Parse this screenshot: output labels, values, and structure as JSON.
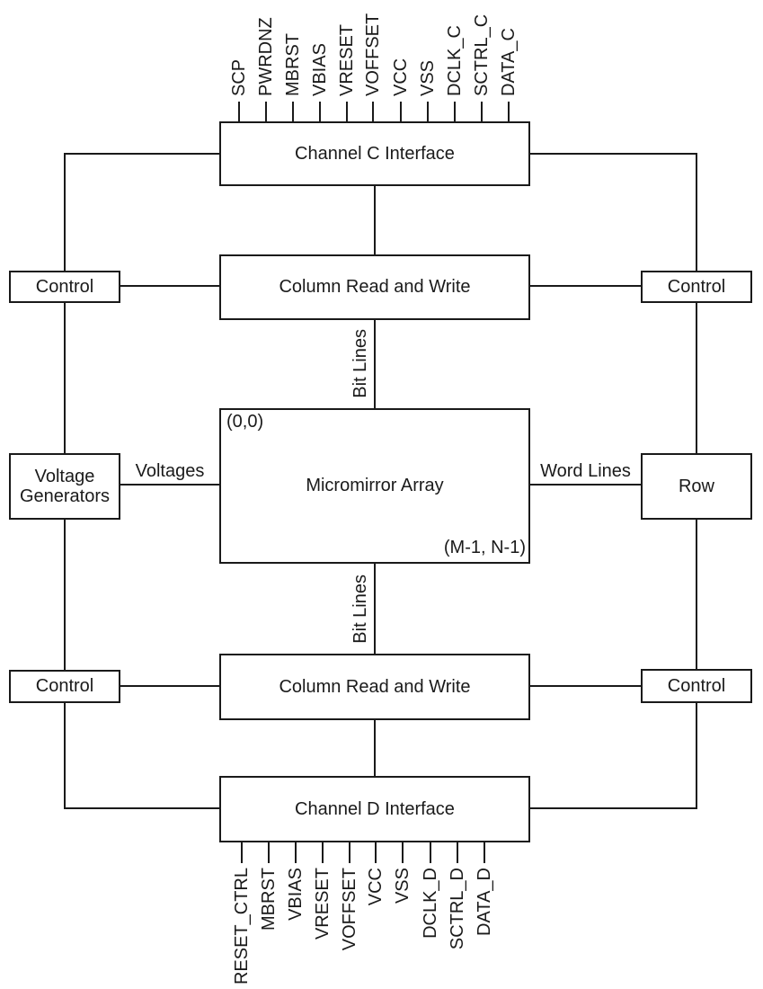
{
  "diagram": {
    "boxes": {
      "channel_c_interface": "Channel C Interface",
      "column_read_write": "Column Read and Write",
      "micromirror_array": "Micromirror Array",
      "channel_d_interface": "Channel D Interface",
      "control": "Control",
      "voltage_generators": "Voltage Generators",
      "row": "Row"
    },
    "labels": {
      "origin": "(0,0)",
      "extent": "(M-1, N-1)",
      "voltages": "Voltages",
      "word_lines": "Word Lines",
      "bit_lines": "Bit Lines"
    },
    "top_pins": [
      "SCP",
      "PWRDNZ",
      "MBRST",
      "VBIAS",
      "VRESET",
      "VOFFSET",
      "VCC",
      "VSS",
      "DCLK_C",
      "SCTRL_C",
      "DATA_C"
    ],
    "bottom_pins": [
      "RESET_CTRL",
      "MBRST",
      "VBIAS",
      "VRESET",
      "VOFFSET",
      "VCC",
      "VSS",
      "DCLK_D",
      "SCTRL_D",
      "DATA_D"
    ],
    "colors": {
      "line": "#1a1a1a",
      "background": "#ffffff"
    }
  }
}
